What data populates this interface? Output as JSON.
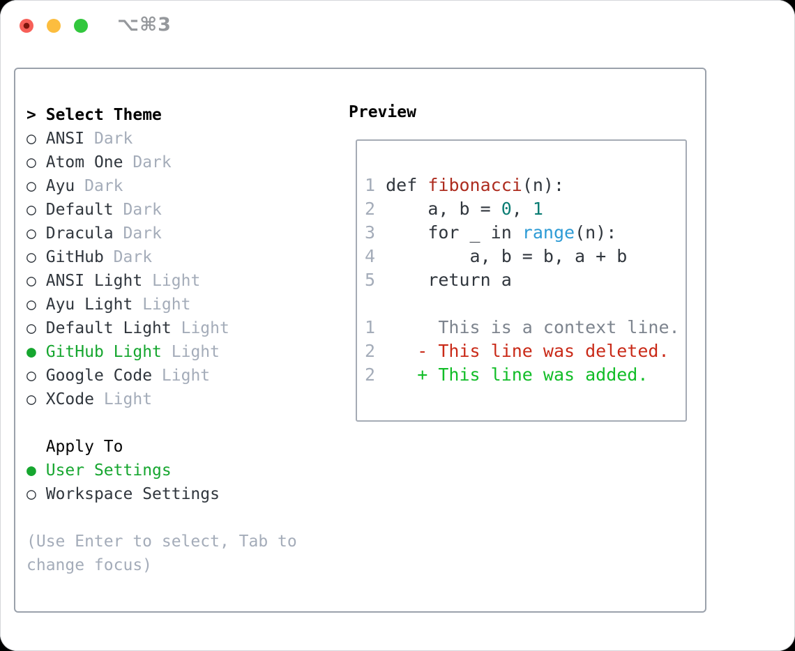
{
  "window": {
    "title_shortcut": "⌥⌘3"
  },
  "icons": {
    "radio_unselected": "○",
    "radio_selected": "●",
    "heading_pointer": ">"
  },
  "colors": {
    "selected_green": "#16a62f",
    "added_green": "#12bd28",
    "deleted_red": "#c92a18",
    "function_red": "#ad2c1f",
    "number_teal": "#0b7d74",
    "builtin_blue": "#2d9bd5",
    "context_gray": "#7d848e",
    "muted_gray": "#a4acb9",
    "text_dark": "#30363d",
    "panel_border": "#9aa1ab",
    "traffic_red": "#f75f58",
    "traffic_yellow": "#fcbd3f",
    "traffic_green": "#32c73d"
  },
  "theme_panel": {
    "heading": "Select Theme",
    "themes": [
      {
        "name": "ANSI",
        "variant": "Dark",
        "selected": false
      },
      {
        "name": "Atom One",
        "variant": "Dark",
        "selected": false
      },
      {
        "name": "Ayu",
        "variant": "Dark",
        "selected": false
      },
      {
        "name": "Default",
        "variant": "Dark",
        "selected": false
      },
      {
        "name": "Dracula",
        "variant": "Dark",
        "selected": false
      },
      {
        "name": "GitHub",
        "variant": "Dark",
        "selected": false
      },
      {
        "name": "ANSI Light",
        "variant": "Light",
        "selected": false
      },
      {
        "name": "Ayu Light",
        "variant": "Light",
        "selected": false
      },
      {
        "name": "Default Light",
        "variant": "Light",
        "selected": false
      },
      {
        "name": "GitHub Light",
        "variant": "Light",
        "selected": true
      },
      {
        "name": "Google Code",
        "variant": "Light",
        "selected": false
      },
      {
        "name": "XCode",
        "variant": "Light",
        "selected": false
      }
    ],
    "apply_to": {
      "heading": "Apply To",
      "options": [
        {
          "label": "User Settings",
          "selected": true
        },
        {
          "label": "Workspace Settings",
          "selected": false
        }
      ]
    },
    "hint_lines": [
      "(Use Enter to select, Tab to",
      "change focus)"
    ]
  },
  "preview": {
    "heading": "Preview",
    "code_lines": [
      {
        "num": "1",
        "tokens": [
          {
            "t": "def ",
            "c": "code"
          },
          {
            "t": "fibonacci",
            "c": "func"
          },
          {
            "t": "(n):",
            "c": "code"
          }
        ]
      },
      {
        "num": "2",
        "tokens": [
          {
            "t": "    a, b = ",
            "c": "code"
          },
          {
            "t": "0",
            "c": "lit"
          },
          {
            "t": ", ",
            "c": "code"
          },
          {
            "t": "1",
            "c": "lit"
          }
        ]
      },
      {
        "num": "3",
        "tokens": [
          {
            "t": "    for _ in ",
            "c": "code"
          },
          {
            "t": "range",
            "c": "builtin"
          },
          {
            "t": "(n):",
            "c": "code"
          }
        ]
      },
      {
        "num": "4",
        "tokens": [
          {
            "t": "        a, b = b, a + b",
            "c": "code"
          }
        ]
      },
      {
        "num": "5",
        "tokens": [
          {
            "t": "    return a",
            "c": "code"
          }
        ]
      },
      {
        "num": "",
        "tokens": []
      },
      {
        "num": "1",
        "tokens": [
          {
            "t": "     This is a context line.",
            "c": "context"
          }
        ]
      },
      {
        "num": "2",
        "tokens": [
          {
            "t": "   - This line was deleted.",
            "c": "deleted"
          }
        ]
      },
      {
        "num": "2",
        "tokens": [
          {
            "t": "   + This line was added.",
            "c": "added"
          }
        ]
      }
    ]
  }
}
